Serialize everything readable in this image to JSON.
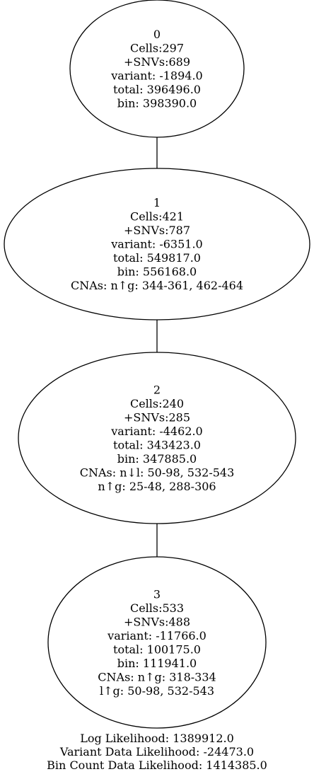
{
  "nodes": [
    {
      "id": "0",
      "lines": [
        "0",
        "Cells:297",
        "+SNVs:689",
        "variant: -1894.0",
        "total: 396496.0",
        "bin: 398390.0"
      ]
    },
    {
      "id": "1",
      "lines": [
        "1",
        "Cells:421",
        "+SNVs:787",
        "variant: -6351.0",
        "total: 549817.0",
        "bin: 556168.0",
        "CNAs: n↑g: 344-361, 462-464"
      ]
    },
    {
      "id": "2",
      "lines": [
        "2",
        "Cells:240",
        "+SNVs:285",
        "variant: -4462.0",
        "total: 343423.0",
        "bin: 347885.0",
        "CNAs: n↓l: 50-98, 532-543",
        "n↑g: 25-48, 288-306"
      ]
    },
    {
      "id": "3",
      "lines": [
        "3",
        "Cells:533",
        "+SNVs:488",
        "variant: -11766.0",
        "total: 100175.0",
        "bin: 111941.0",
        "CNAs: n↑g: 318-334",
        "l↑g: 50-98, 532-543"
      ]
    }
  ],
  "edges": [
    [
      "0",
      "1"
    ],
    [
      "1",
      "2"
    ],
    [
      "2",
      "3"
    ]
  ],
  "footer": {
    "log_likelihood": "Log Likelihood: 1389912.0",
    "variant_likelihood": "Variant Data Likelihood: -24473.0",
    "bin_likelihood": "Bin Count Data Likelihood: 1414385.0"
  }
}
